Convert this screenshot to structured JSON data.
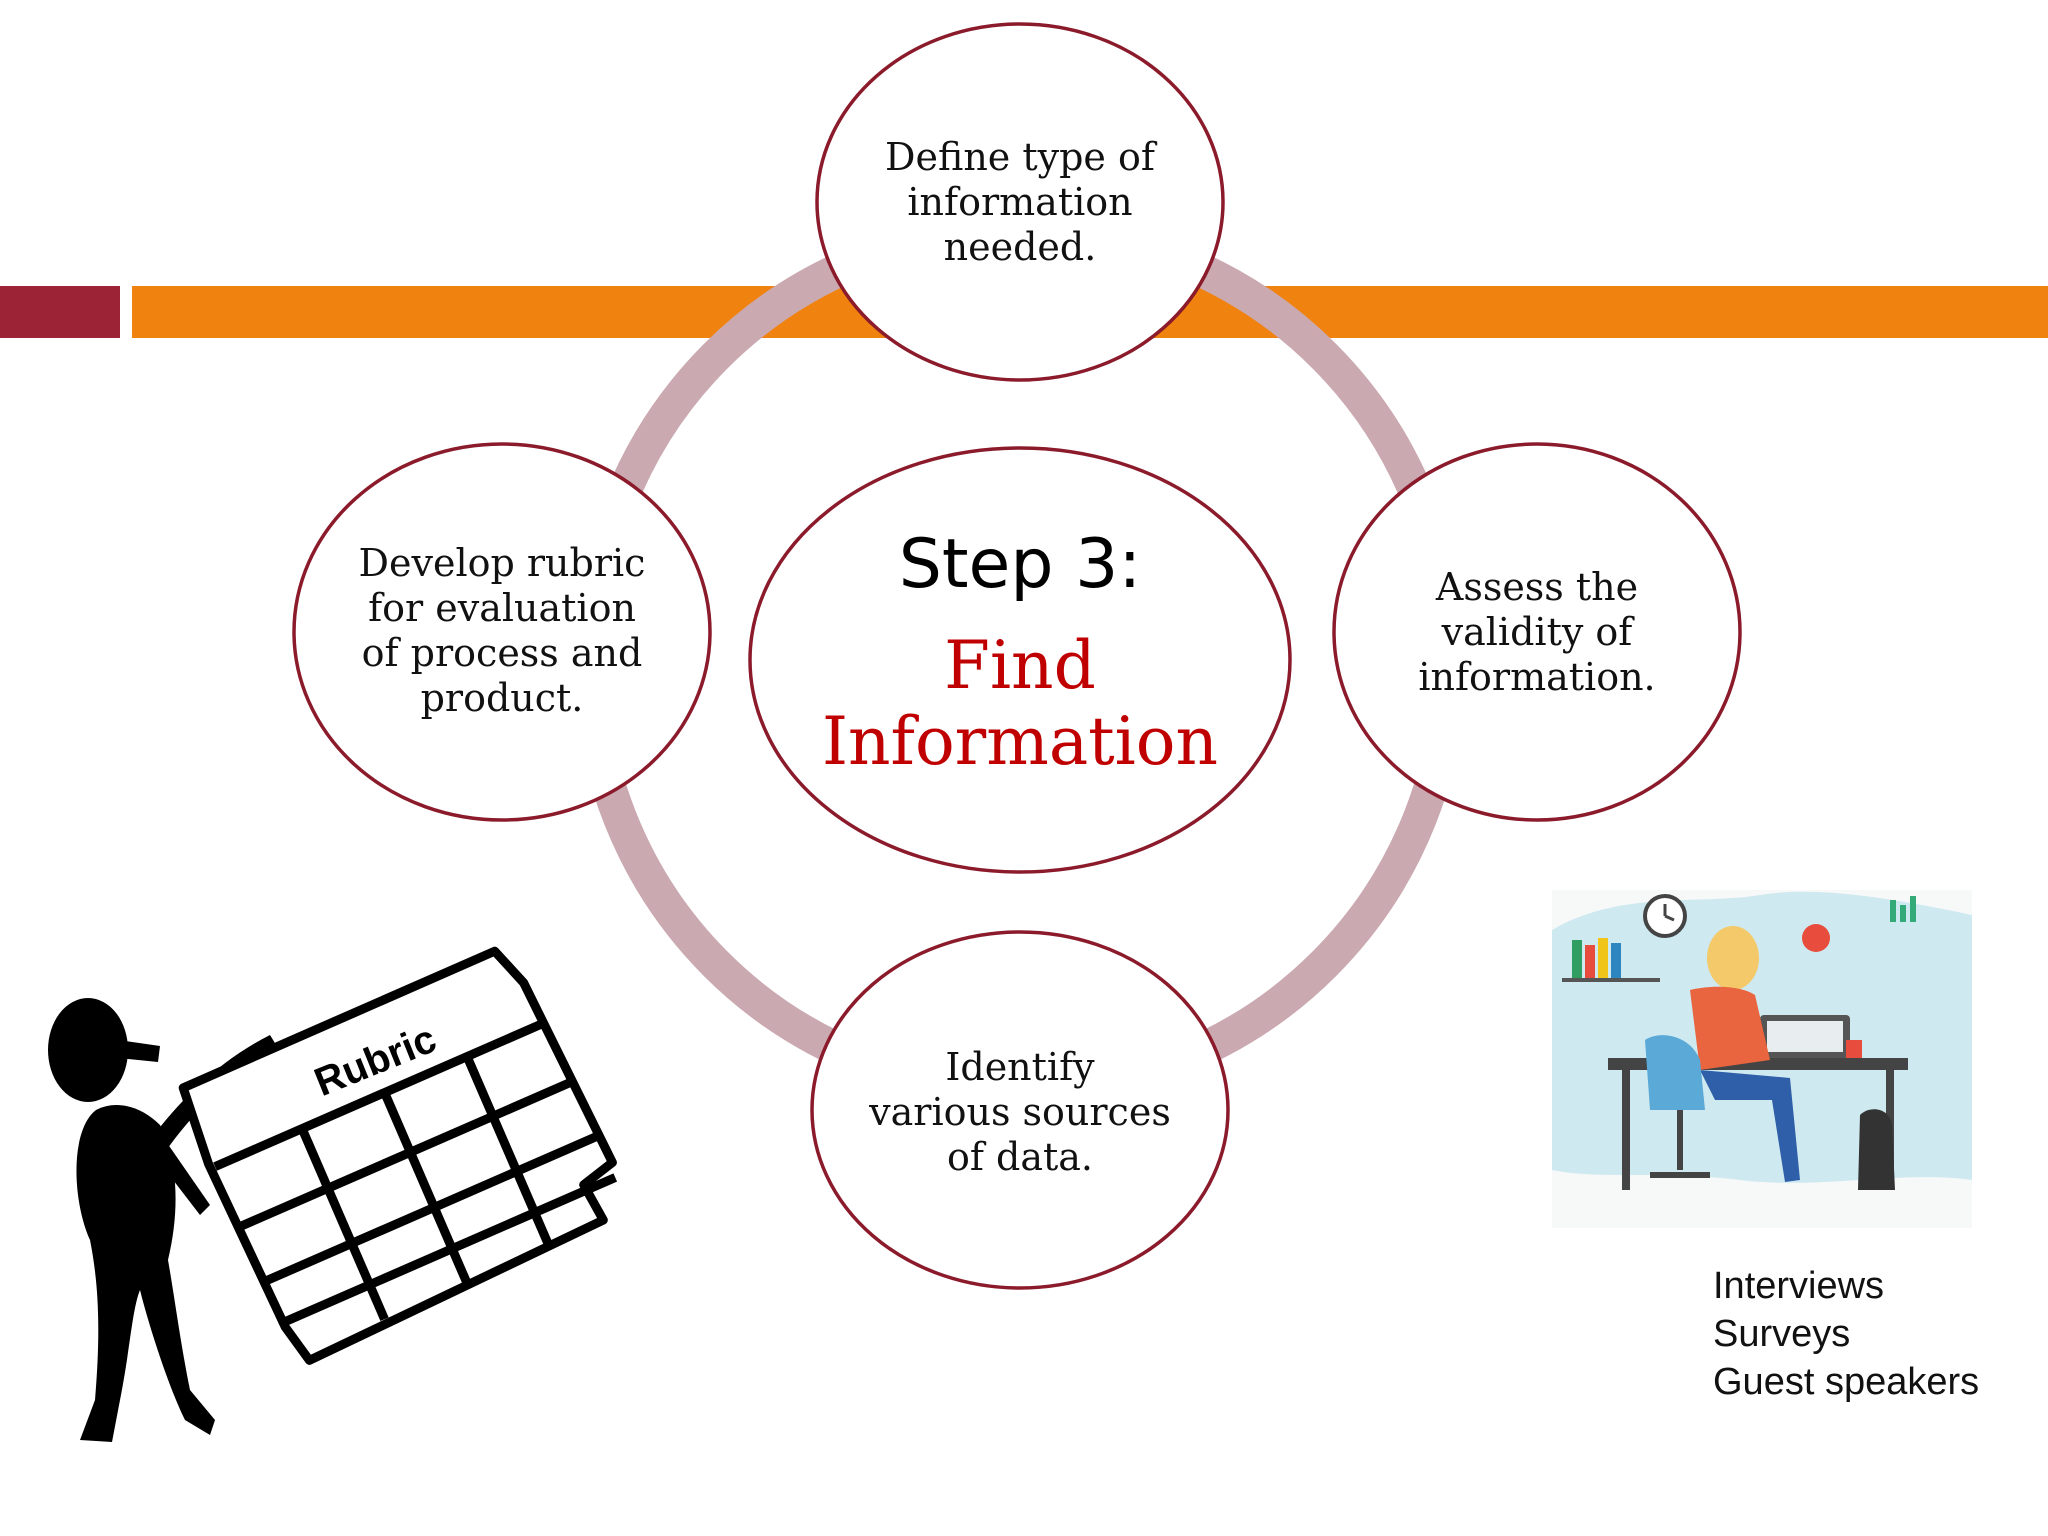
{
  "cycle": {
    "center": {
      "step": "Step 3:",
      "title": "Find\nInformation"
    },
    "nodes": [
      {
        "id": "top",
        "text": "Define type of\ninformation\nneeded."
      },
      {
        "id": "right",
        "text": "Assess the\nvalidity of\ninformation."
      },
      {
        "id": "bottom",
        "text": "Identify\nvarious sources\nof data."
      },
      {
        "id": "left",
        "text": "Develop rubric\nfor evaluation\nof process and\nproduct."
      }
    ]
  },
  "rubric_sign": {
    "label": "Rubric"
  },
  "sources": {
    "items": [
      "Interviews",
      "Surveys",
      "Guest speakers"
    ]
  },
  "colors": {
    "accent_bar": "#9b2335",
    "orange_bar": "#f0820f",
    "ring": "#caa9b0",
    "circle_border": "#8b1a2b",
    "title_red": "#c00000"
  }
}
